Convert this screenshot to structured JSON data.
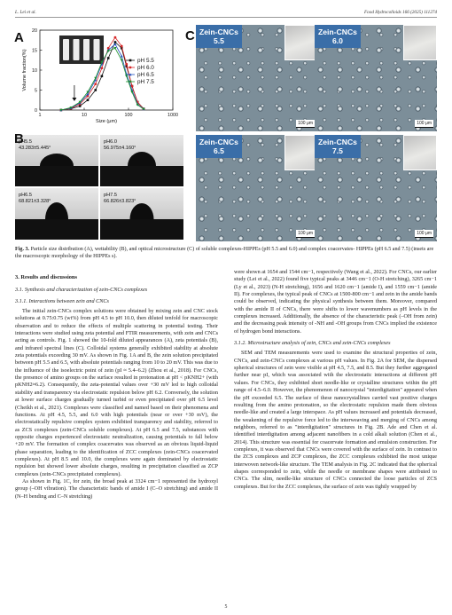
{
  "header": {
    "left": "L. Lei et al.",
    "right": "Food Hydrocolloids 166 (2025) 111274"
  },
  "figure": {
    "panelA": {
      "letter": "A"
    },
    "panelB": {
      "letter": "B",
      "cells": [
        {
          "label": "pH5.5\n43.283±5.445°"
        },
        {
          "label": "pH6.0\n56.975±4.160°"
        },
        {
          "label": "pH6.5\n68.821±3.328°"
        },
        {
          "label": "pH7.5\n66.826±3.823°"
        }
      ]
    },
    "panelC": {
      "letter": "C",
      "cells": [
        {
          "tag": "Zein-CNCs\n5.5",
          "scale": "100 μm"
        },
        {
          "tag": "Zein-CNCs\n6.0",
          "scale": "100 μm"
        },
        {
          "tag": "Zein-CNCs\n6.5",
          "scale": "100 μm"
        },
        {
          "tag": "Zein-CNCs\n7.5",
          "scale": "100 μm"
        }
      ]
    }
  },
  "chart_data": {
    "type": "line",
    "xlabel": "Size (μm)",
    "ylabel": "Volume fraction(%)",
    "xscale": "log",
    "xlim": [
      1,
      1000
    ],
    "ylim": [
      0,
      20
    ],
    "xticks": [
      "1",
      "10",
      "100",
      "1000"
    ],
    "yticks": [
      "0",
      "5",
      "10",
      "15",
      "20"
    ],
    "legend_position": "right",
    "series": [
      {
        "name": "pH 5.5",
        "color": "#111111",
        "marker": "square",
        "x": [
          3,
          5,
          8,
          12,
          18,
          25,
          35,
          50,
          70,
          90,
          120,
          160,
          220
        ],
        "y": [
          0,
          0.3,
          1,
          2.5,
          5,
          8.5,
          13,
          17,
          15.5,
          11,
          6,
          2,
          0.3
        ]
      },
      {
        "name": "pH 6.0",
        "color": "#d62728",
        "marker": "circle",
        "x": [
          3,
          5,
          8,
          12,
          18,
          25,
          35,
          50,
          70,
          90,
          120,
          160,
          220
        ],
        "y": [
          0,
          0.4,
          1.5,
          3.5,
          6.5,
          10.5,
          15.5,
          18.2,
          16,
          11.5,
          6,
          2,
          0.2
        ]
      },
      {
        "name": "pH 6.5",
        "color": "#1f4fbf",
        "marker": "triangle",
        "x": [
          3,
          5,
          8,
          12,
          18,
          25,
          35,
          50,
          70,
          90,
          120,
          160,
          220
        ],
        "y": [
          0,
          0.5,
          1.8,
          4,
          7.5,
          11.5,
          15,
          16.5,
          13.5,
          9,
          5,
          1.5,
          0.2
        ]
      },
      {
        "name": "pH 7.5",
        "color": "#1a8f2a",
        "marker": "triangle-down",
        "x": [
          3,
          5,
          8,
          12,
          18,
          25,
          35,
          50,
          70,
          90,
          120,
          160,
          220
        ],
        "y": [
          0,
          0.6,
          2,
          4.5,
          8,
          12,
          14.8,
          15.5,
          12.5,
          8.5,
          4.5,
          1.3,
          0.2
        ]
      }
    ]
  },
  "caption": {
    "label": "Fig. 3.",
    "text": " Particle size distribution (A), wettability (B), and optical microstructure (C) of soluble complexes-HIPPEs (pH 5.5 and 6.0) and complex coacervates- HIPPEs (pH 6.5 and 7.5) (insets are the macroscopic morphology of the HIPPEs s)."
  },
  "left": {
    "sec": "3. Results and discussions",
    "sub": "3.1. Synthesis and characterization of zein-CNCs complexes",
    "subsub": "3.1.1. Interactions between zein and CNCs",
    "p1": "The initial zein-CNCs complex solutions were obtained by mixing zein and CNC stock solutions at 0.75:0.75 (wt%) from pH 4.5 to pH 10.0, then diluted tenfold for macroscopic observation and to reduce the effects of multiple scattering in potential testing. Their interactions were studied using zeta potential and FTIR measurements, with zein and CNCs acting as controls. Fig. 1 showed the 10-fold diluted appearances (A), zeta potentials (B), and infrared spectral lines (C). Colloidal systems generally exhibited stability at absolute zeta potentials exceeding 30 mV. As shown in Fig. 1A and B, the zein solution precipitated between pH 5.5 and 6.5, with absolute potentials ranging from 10 to 20 mV. This was due to the influence of the isoelectric point of zein (pI ≈ 5.4–6.2) (Zhou et al., 2018). For CNCs, the presence of amino groups on the surface resulted in protonation at pH < pKNH2+ (with pKNH2≈6.2). Consequently, the zeta-potential values over +30 mV led to high colloidal stability and transparency via electrostatic repulsion below pH 6.2. Conversely, the solution at lower surface charges gradually turned turbid or even precipitated over pH 6.5 level (Cheikh et al., 2021). Complexes were classified and named based on their phenomena and functions. At pH 4.5, 5.5, and 6.0 with high potentials (near or over +30 mV), the electrostatically repulsive complex system exhibited transparency and stability, referred to as ZCS complexes (zein-CNCs soluble complexes). At pH 6.5 and 7.5, substances with opposite charges experienced electrostatic neutralization, causing potentials to fall below +20 mV. The formation of complex coacervates was observed as an obvious liquid-liquid phase separation, leading to the identification of ZCC complexes (zein-CNCs coacervated complexes). At pH 8.5 and 10.0, the complexes were again dominated by electrostatic repulsion but showed lower absolute charges, resulting in precipitation classified as ZCP complexes (zein-CNCs precipitated complexes).",
    "p2": "As shown in Fig. 1C, for zein, the broad peak at 3324 cm−1 represented the hydroxyl group (–OH vibration). The characteristic bands of amide I (C–O stretching) and amide II (N–H bending and C–N stretching)"
  },
  "right": {
    "p1": "were shown at 1654 and 1544 cm−1, respectively (Wang et al., 2022). For CNCs, our earlier study (Lei et al., 2022) found five typical peaks at 3446 cm−1 (O-H stretching), 3265 cm−1 (Ly et al., 2023) (N-H stretching), 1656 and 1620 cm−1 (amide I), and 1559 cm−1 (amide II). For complexes, the typical peak of CNCs at 1500-800 cm−1 and zein in the amide bands could be observed, indicating the physical synthesis between them. Moreover, compared with the amide II of CNCs, there were shifts to lower wavenumbers as pH levels in the complexes increased. Additionally, the absence of the characteristic peak (–OH from zein) and the decreasing peak intensity of -NH and -OH groups from CNCs implied the existence of hydrogen bond interactions.",
    "subsub": "3.1.2. Microstructure analysis of zein, CNCs and zein-CNCs complexes",
    "p2": "SEM and TEM measurements were used to examine the structural properties of zein, CNCs, and zein-CNCs complexes at various pH values. In Fig. 2A for SEM, the dispersed spherical structures of zein were visible at pH 4.5, 7.5, and 8.5. But they further aggregated further near pI, which was associated with the electrostatic interactions at different pH values. For CNCs, they exhibited short needle-like or crystalline structures within the pH range of 4.5–6.0. However, the phenomenon of nanocrystal \"interdigitation\" appeared when the pH exceeded 6.5. The surface of these nanocrystallines carried vast positive charges resulting from the amino protonation, so the electrostatic repulsion made them obvious needle-like and created a large interspace. As pH values increased and potentials decreased, the weakening of the repulsive force led to the interweaving and merging of CNCs among neighbors, referred to as \"interdigitation\" structures in Fig. 2B. Ade and Chen et al. identified interdigitation among adjacent nanofibers in a cold alkali solution (Chen et al., 2014). This structure was essential for coacervate formation and emulsion construction. For complexes, it was observed that CNCs were covered with the surface of zein. In contrast to the ZCS complexes and ZCP complexes, the ZCC complexes exhibited the most unique interwoven network-like structure. The TEM analysis in Fig. 2C indicated that the spherical shapes corresponded to zein, while the needle or membrane shapes were attributed to CNCs. The slim, needle-like structure of CNCs connected the loose particles of ZCS complexes. But for the ZCC complexes, the surface of zein was tightly wrapped by"
  },
  "page_number": "5"
}
